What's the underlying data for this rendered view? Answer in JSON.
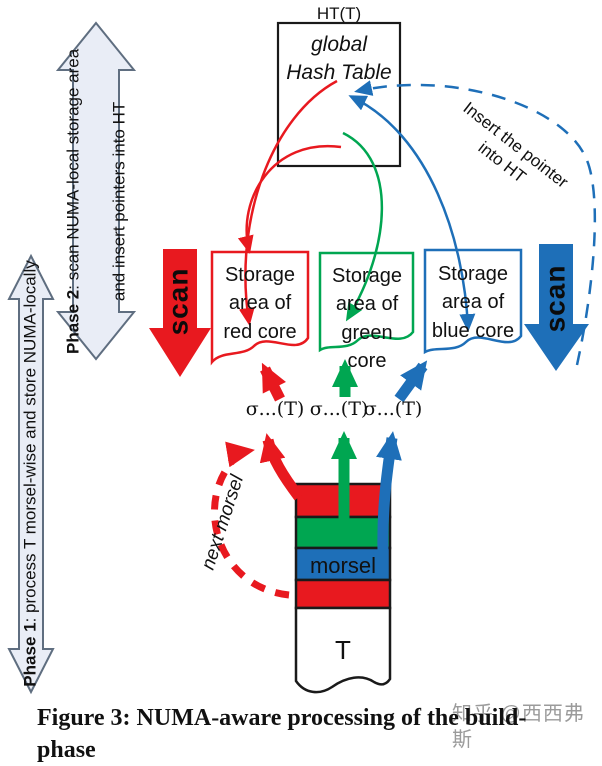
{
  "figure": {
    "ht_label": "HT(T)",
    "ht_box_text": "global\nHash Table",
    "phase2": {
      "bold": "Phase 2",
      "line1_rest": ": scan NUMA-local storage area",
      "line2": "and insert pointers into HT"
    },
    "phase1": {
      "bold": "Phase 1",
      "rest": ": process T morsel-wise and store NUMA-locally"
    },
    "scan_left": "scan",
    "scan_right": "scan",
    "insert_note": "Insert the pointer\ninto HT",
    "storage_boxes": [
      {
        "label": "Storage\narea of\nred core",
        "color": "#e8191f"
      },
      {
        "label": "Storage\narea of\ngreen core",
        "color": "#00a651"
      },
      {
        "label": "Storage\narea of\nblue core",
        "color": "#1e6fb8"
      }
    ],
    "sigma_labels": [
      "σ...(T)",
      "σ...(T)",
      "σ...(T)"
    ],
    "next_morsel": "next morsel",
    "morsel_label": "morsel",
    "table_label": "T",
    "caption": "Figure 3: NUMA-aware processing of the build-phase",
    "watermark": "知乎 @西西弗斯",
    "colors": {
      "red": "#e8191f",
      "green": "#00a651",
      "blue": "#1e6fb8",
      "phase_arrow_fill": "#e9edf6",
      "phase_arrow_stroke": "#5f6e80",
      "box_border": "#1a1a1a",
      "watermark_gray": "#9b9b9b"
    }
  }
}
